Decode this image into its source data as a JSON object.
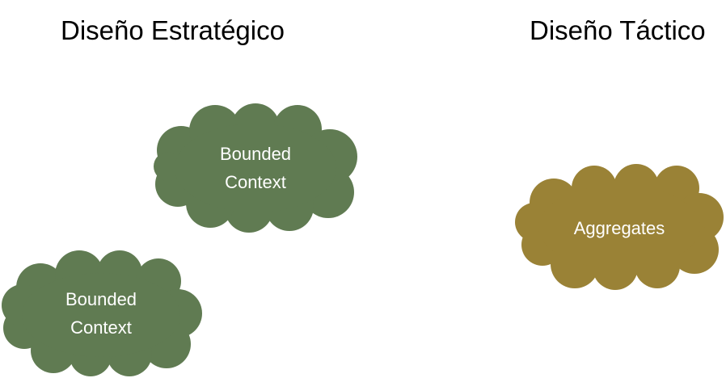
{
  "headings": {
    "strategic": "Diseño Estratégico",
    "tactical": "Diseño Táctico"
  },
  "clouds": {
    "bounded_context_top": {
      "line1": "Bounded",
      "line2": "Context",
      "color": "#607b52"
    },
    "bounded_context_bottom": {
      "line1": "Bounded",
      "line2": "Context",
      "color": "#607b52"
    },
    "aggregates": {
      "label": "Aggregates",
      "color": "#9a8236"
    }
  },
  "colors": {
    "background": "#ffffff",
    "heading_text": "#000000",
    "cloud_text": "#ffffff"
  }
}
